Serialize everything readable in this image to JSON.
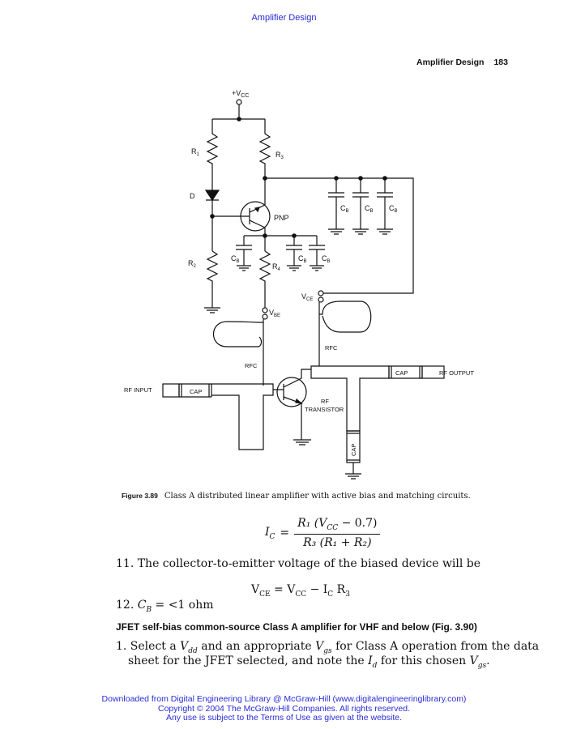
{
  "header": {
    "link": "Amplifier Design",
    "running_title": "Amplifier Design",
    "page_number": "183"
  },
  "figure": {
    "labels": {
      "vcc": "+V",
      "vcc_sub": "CC",
      "r1": "R",
      "r1_sub": "1",
      "r2": "R",
      "r2_sub": "2",
      "r3": "R",
      "r3_sub": "3",
      "r4": "R",
      "r4_sub": "4",
      "d": "D",
      "pnp": "PNP",
      "cb": "C",
      "cb_sub": "B",
      "vbe": "V",
      "vbe_sub": "BE",
      "vce": "V",
      "vce_sub": "CE",
      "rfc": "RFC",
      "rf_input": "RF INPUT",
      "rf_output": "RF OUTPUT",
      "cap": "CAP",
      "rf": "RF",
      "transistor": "TRANSISTOR"
    },
    "caption_label": "Figure 3.89",
    "caption_text": "Class A distributed linear amplifier with active bias and matching circuits."
  },
  "equations": {
    "ic_lhs": "I",
    "ic_lhs_sub": "C",
    "eq": "=",
    "ic_num": "R₁ (V",
    "ic_num_sub": "CC",
    "ic_num_tail": " − 0.7)",
    "ic_den": "R₃ (R₁ + R₂)",
    "vce": "V",
    "vce_sub": "CE",
    "vce_mid": " = V",
    "vcc_sub": "CC",
    "vce_tail": " − I",
    "ic_sub": "C",
    "r3": " R",
    "r3_sub": "3"
  },
  "body": {
    "item11": "11.  The collector-to-emitter voltage of the biased device will be",
    "item12_pre": "12.  ",
    "item12_c": "C",
    "item12_sub": "B",
    "item12_tail": " = <1 ohm",
    "section_heading": "JFET self-bias common-source Class A amplifier for VHF and below (Fig. 3.90)",
    "item1_a": "1.  Select a ",
    "vdd": "V",
    "vdd_sub": "dd",
    "item1_b": " and an appropriate ",
    "vgs": "V",
    "vgs_sub": "gs",
    "item1_c": " for Class A operation from the data",
    "item1_d": "sheet for the JFET selected, and note the ",
    "id": "I",
    "id_sub": "d",
    "item1_e": " for this chosen ",
    "vgs2": "V",
    "vgs2_sub": "gs",
    "item1_f": "."
  },
  "footer": {
    "line1": "Downloaded from Digital Engineering Library @ McGraw-Hill (www.digitalengineeringlibrary.com)",
    "line2": "Copyright © 2004 The McGraw-Hill Companies. All rights reserved.",
    "line3": "Any use is subject to the Terms of Use as given at the website."
  }
}
